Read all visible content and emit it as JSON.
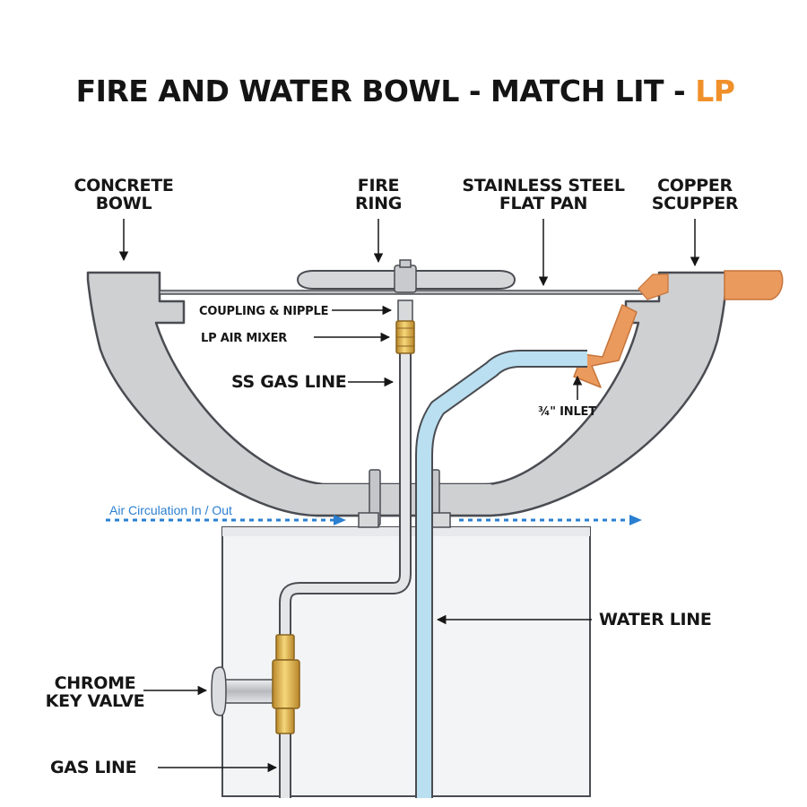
{
  "diagram": {
    "title": {
      "main": "FIRE AND WATER BOWL - MATCH LIT - ",
      "accent": "LP",
      "accent_color": "#f0902a"
    },
    "labels": {
      "concrete_bowl": [
        "CONCRETE",
        "BOWL"
      ],
      "fire_ring": [
        "FIRE",
        "RING"
      ],
      "flat_pan": [
        "STAINLESS STEEL",
        "FLAT PAN"
      ],
      "copper_scupper": [
        "COPPER",
        "SCUPPER"
      ],
      "coupling_nipple": "COUPLING & NIPPLE",
      "air_mixer": "LP AIR MIXER",
      "ss_gas_line": "SS GAS LINE",
      "inlet": "¾\" INLET",
      "air_circulation": "Air Circulation In / Out",
      "water_line": "WATER LINE",
      "key_valve": [
        "CHROME",
        "KEY VALVE"
      ],
      "gas_line": "GAS LINE"
    },
    "colors": {
      "bowl": "#cfd0d2",
      "outline": "#4a4c52",
      "copper": "#eb9a5e",
      "brass": "#e0b24a",
      "water": "#b9dff0",
      "pedestal": "#f3f4f5",
      "air_arrow": "#2a7fd0"
    }
  }
}
